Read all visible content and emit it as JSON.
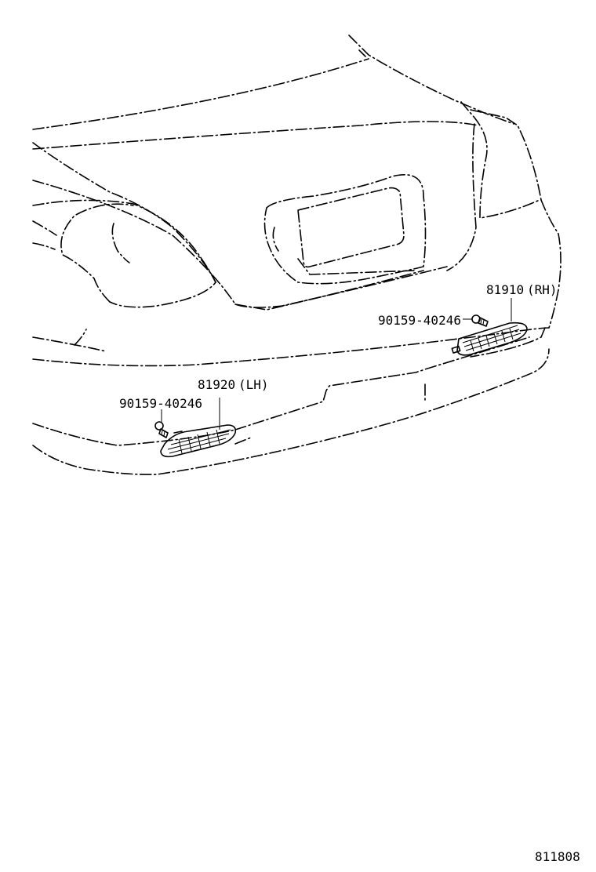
{
  "diagram_id": "811808",
  "parts": {
    "rh": {
      "number": "81910",
      "side": "(RH)"
    },
    "lh": {
      "number": "81920",
      "side": "(LH)"
    },
    "screw_rh": "90159-40246",
    "screw_lh": "90159-40246"
  }
}
